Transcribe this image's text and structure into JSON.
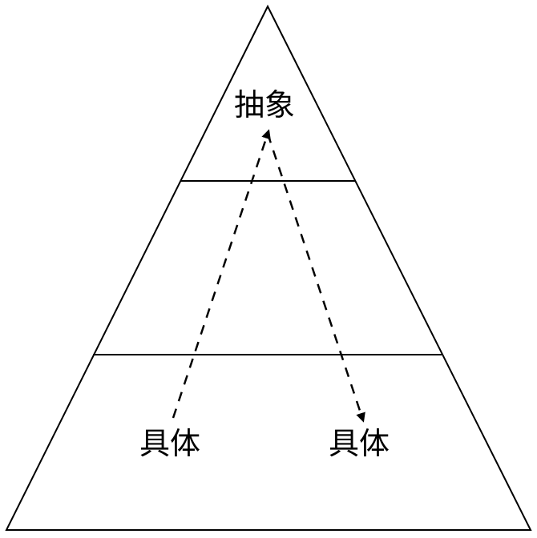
{
  "labels": {
    "top": "抽象",
    "bottom_left": "具体",
    "bottom_right": "具体"
  },
  "colors": {
    "line": "#000000",
    "background": "#ffffff"
  }
}
